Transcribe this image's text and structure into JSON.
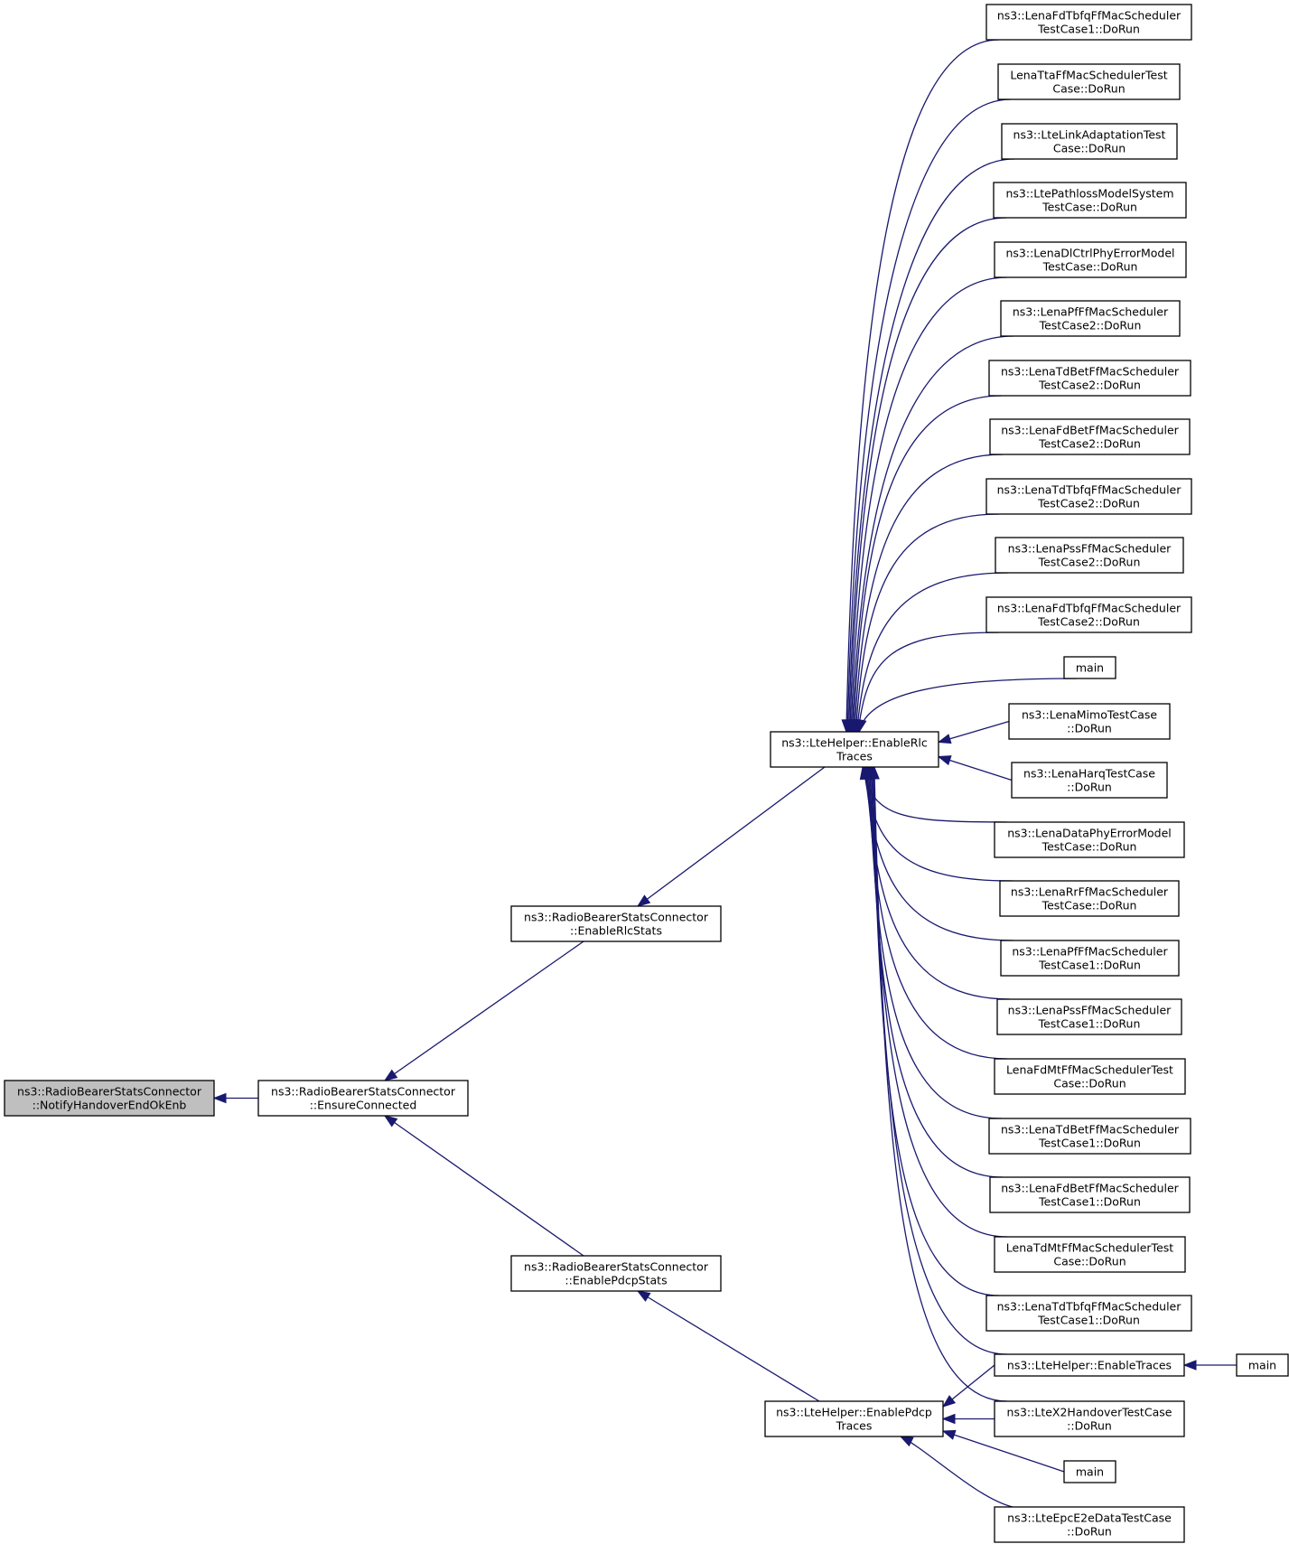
{
  "graph": {
    "nodes": [
      {
        "id": "root",
        "lines": [
          "ns3::RadioBearerStatsConnector",
          "::NotifyHandoverEndOkEnb"
        ],
        "highlight": true
      },
      {
        "id": "ensure",
        "lines": [
          "ns3::RadioBearerStatsConnector",
          "::EnsureConnected"
        ]
      },
      {
        "id": "rlcstats",
        "lines": [
          "ns3::RadioBearerStatsConnector",
          "::EnableRlcStats"
        ]
      },
      {
        "id": "pdcpstats",
        "lines": [
          "ns3::RadioBearerStatsConnector",
          "::EnablePdcpStats"
        ]
      },
      {
        "id": "rlctraces",
        "lines": [
          "ns3::LteHelper::EnableRlc",
          "Traces"
        ]
      },
      {
        "id": "pdcptraces",
        "lines": [
          "ns3::LteHelper::EnablePdcp",
          "Traces"
        ]
      },
      {
        "id": "r0",
        "lines": [
          "ns3::LenaFdTbfqFfMacScheduler",
          "TestCase1::DoRun"
        ]
      },
      {
        "id": "r1",
        "lines": [
          "LenaTtaFfMacSchedulerTest",
          "Case::DoRun"
        ]
      },
      {
        "id": "r2",
        "lines": [
          "ns3::LteLinkAdaptationTest",
          "Case::DoRun"
        ]
      },
      {
        "id": "r3",
        "lines": [
          "ns3::LtePathlossModelSystem",
          "TestCase::DoRun"
        ]
      },
      {
        "id": "r4",
        "lines": [
          "ns3::LenaDlCtrlPhyErrorModel",
          "TestCase::DoRun"
        ]
      },
      {
        "id": "r5",
        "lines": [
          "ns3::LenaPfFfMacScheduler",
          "TestCase2::DoRun"
        ]
      },
      {
        "id": "r6",
        "lines": [
          "ns3::LenaTdBetFfMacScheduler",
          "TestCase2::DoRun"
        ]
      },
      {
        "id": "r7",
        "lines": [
          "ns3::LenaFdBetFfMacScheduler",
          "TestCase2::DoRun"
        ]
      },
      {
        "id": "r8",
        "lines": [
          "ns3::LenaTdTbfqFfMacScheduler",
          "TestCase2::DoRun"
        ]
      },
      {
        "id": "r9",
        "lines": [
          "ns3::LenaPssFfMacScheduler",
          "TestCase2::DoRun"
        ]
      },
      {
        "id": "r10",
        "lines": [
          "ns3::LenaFdTbfqFfMacScheduler",
          "TestCase2::DoRun"
        ]
      },
      {
        "id": "r11",
        "lines": [
          "main"
        ]
      },
      {
        "id": "r12",
        "lines": [
          "ns3::LenaMimoTestCase",
          "::DoRun"
        ]
      },
      {
        "id": "r13",
        "lines": [
          "ns3::LenaHarqTestCase",
          "::DoRun"
        ]
      },
      {
        "id": "r14",
        "lines": [
          "ns3::LenaDataPhyErrorModel",
          "TestCase::DoRun"
        ]
      },
      {
        "id": "r15",
        "lines": [
          "ns3::LenaRrFfMacScheduler",
          "TestCase::DoRun"
        ]
      },
      {
        "id": "r16",
        "lines": [
          "ns3::LenaPfFfMacScheduler",
          "TestCase1::DoRun"
        ]
      },
      {
        "id": "r17",
        "lines": [
          "ns3::LenaPssFfMacScheduler",
          "TestCase1::DoRun"
        ]
      },
      {
        "id": "r18",
        "lines": [
          "LenaFdMtFfMacSchedulerTest",
          "Case::DoRun"
        ]
      },
      {
        "id": "r19",
        "lines": [
          "ns3::LenaTdBetFfMacScheduler",
          "TestCase1::DoRun"
        ]
      },
      {
        "id": "r20",
        "lines": [
          "ns3::LenaFdBetFfMacScheduler",
          "TestCase1::DoRun"
        ]
      },
      {
        "id": "r21",
        "lines": [
          "LenaTdMtFfMacSchedulerTest",
          "Case::DoRun"
        ]
      },
      {
        "id": "r22",
        "lines": [
          "ns3::LenaTdTbfqFfMacScheduler",
          "TestCase1::DoRun"
        ]
      },
      {
        "id": "enabletraces",
        "lines": [
          "ns3::LteHelper::EnableTraces"
        ]
      },
      {
        "id": "x2",
        "lines": [
          "ns3::LteX2HandoverTestCase",
          "::DoRun"
        ]
      },
      {
        "id": "main_b",
        "lines": [
          "main"
        ]
      },
      {
        "id": "epc",
        "lines": [
          "ns3::LteEpcE2eDataTestCase",
          "::DoRun"
        ]
      },
      {
        "id": "main_far",
        "lines": [
          "main"
        ]
      }
    ],
    "edges": [
      [
        "ensure",
        "root"
      ],
      [
        "rlcstats",
        "ensure"
      ],
      [
        "pdcpstats",
        "ensure"
      ],
      [
        "rlctraces",
        "rlcstats"
      ],
      [
        "pdcptraces",
        "pdcpstats"
      ],
      [
        "r0",
        "rlctraces"
      ],
      [
        "r1",
        "rlctraces"
      ],
      [
        "r2",
        "rlctraces"
      ],
      [
        "r3",
        "rlctraces"
      ],
      [
        "r4",
        "rlctraces"
      ],
      [
        "r5",
        "rlctraces"
      ],
      [
        "r6",
        "rlctraces"
      ],
      [
        "r7",
        "rlctraces"
      ],
      [
        "r8",
        "rlctraces"
      ],
      [
        "r9",
        "rlctraces"
      ],
      [
        "r10",
        "rlctraces"
      ],
      [
        "r11",
        "rlctraces"
      ],
      [
        "r12",
        "rlctraces"
      ],
      [
        "r13",
        "rlctraces"
      ],
      [
        "r14",
        "rlctraces"
      ],
      [
        "r15",
        "rlctraces"
      ],
      [
        "r16",
        "rlctraces"
      ],
      [
        "r17",
        "rlctraces"
      ],
      [
        "r18",
        "rlctraces"
      ],
      [
        "r19",
        "rlctraces"
      ],
      [
        "r20",
        "rlctraces"
      ],
      [
        "r21",
        "rlctraces"
      ],
      [
        "r22",
        "rlctraces"
      ],
      [
        "enabletraces",
        "rlctraces"
      ],
      [
        "x2",
        "rlctraces"
      ],
      [
        "enabletraces",
        "pdcptraces"
      ],
      [
        "x2",
        "pdcptraces"
      ],
      [
        "main_b",
        "pdcptraces"
      ],
      [
        "epc",
        "pdcptraces"
      ],
      [
        "main_far",
        "enabletraces"
      ]
    ],
    "colors": {
      "edge": "#191970",
      "node_border": "#000000",
      "root_fill": "#bfbfbf",
      "node_fill": "#ffffff"
    }
  }
}
